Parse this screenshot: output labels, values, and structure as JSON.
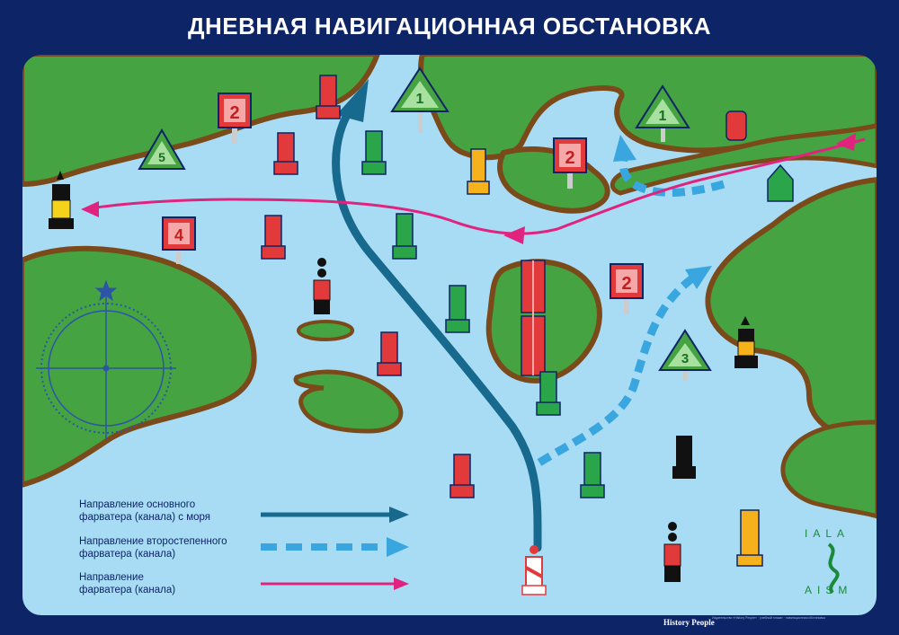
{
  "title": "ДНЕВНАЯ НАВИГАЦИОННАЯ ОБСТАНОВКА",
  "legend": {
    "main_channel": "Направление основного\nфарватера (канала) с моря",
    "secondary_channel": "Направление второстепенного\nфарватера (канала)",
    "channel": "Направление\nфарватера (канала)"
  },
  "signs": {
    "square_2_top": "2",
    "square_2_mid": "2",
    "square_2_right": "2",
    "square_4": "4",
    "triangle_5": "5",
    "triangle_1_center": "1",
    "triangle_1_right": "1",
    "triangle_3": "3"
  },
  "logo": {
    "top": "IALA",
    "bottom": "AISM"
  },
  "footer": {
    "brand": "History  People",
    "small_print": "Издательство «History People»  ·  учебный плакат  ·  навигационная обстановка"
  },
  "colors": {
    "background": "#0d2466",
    "water": "#a8dcf5",
    "land": "#46a341",
    "coast": "#7a4a1a",
    "main_arrow": "#176a8e",
    "secondary_arrow": "#3aa6e0",
    "channel_arrow": "#e0237f"
  }
}
